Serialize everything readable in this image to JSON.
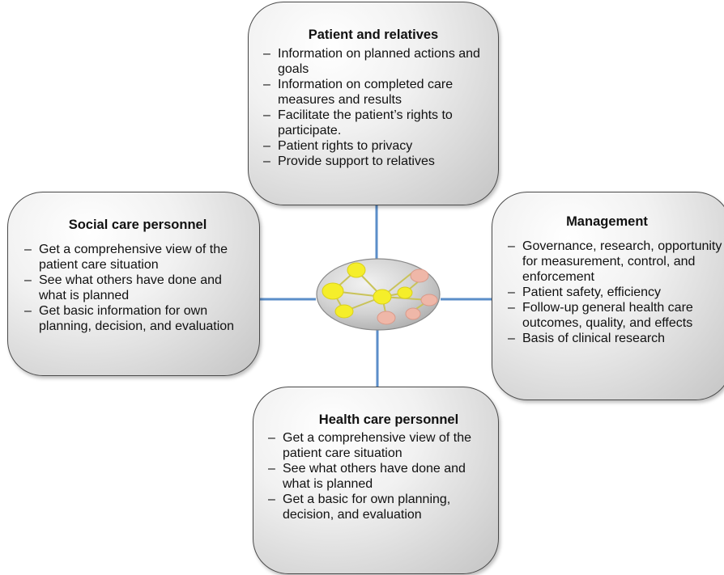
{
  "diagram": {
    "boxes": {
      "patient": {
        "title": "Patient and relatives",
        "items": [
          "Information on planned actions and goals",
          "Information on completed care measures and results",
          "Facilitate the patient’s rights to participate.",
          "Patient rights to privacy",
          "Provide support to relatives"
        ]
      },
      "social": {
        "title": "Social care personnel",
        "items": [
          "Get a comprehensive view of the patient care situation",
          "See what others have done and what is planned",
          "Get basic information for own planning, decision, and evaluation"
        ]
      },
      "management": {
        "title": "Management",
        "items": [
          "Governance, research, opportunity for measurement, control, and enforcement",
          "Patient safety, efficiency",
          "Follow-up general health care outcomes, quality, and effects",
          "Basis of clinical research"
        ]
      },
      "health": {
        "title": "Health care personnel",
        "items": [
          "Get a comprehensive view of the patient care situation",
          "See what others have done and what is planned",
          "Get a basic for own planning, decision, and evaluation"
        ]
      }
    },
    "center_icon": "network-nodes-icon",
    "colors": {
      "connector": "#5b8ec9",
      "node_yellow": "#f5ee2a",
      "node_pink": "#efb7a8",
      "node_edge": "#c9c35a"
    }
  }
}
